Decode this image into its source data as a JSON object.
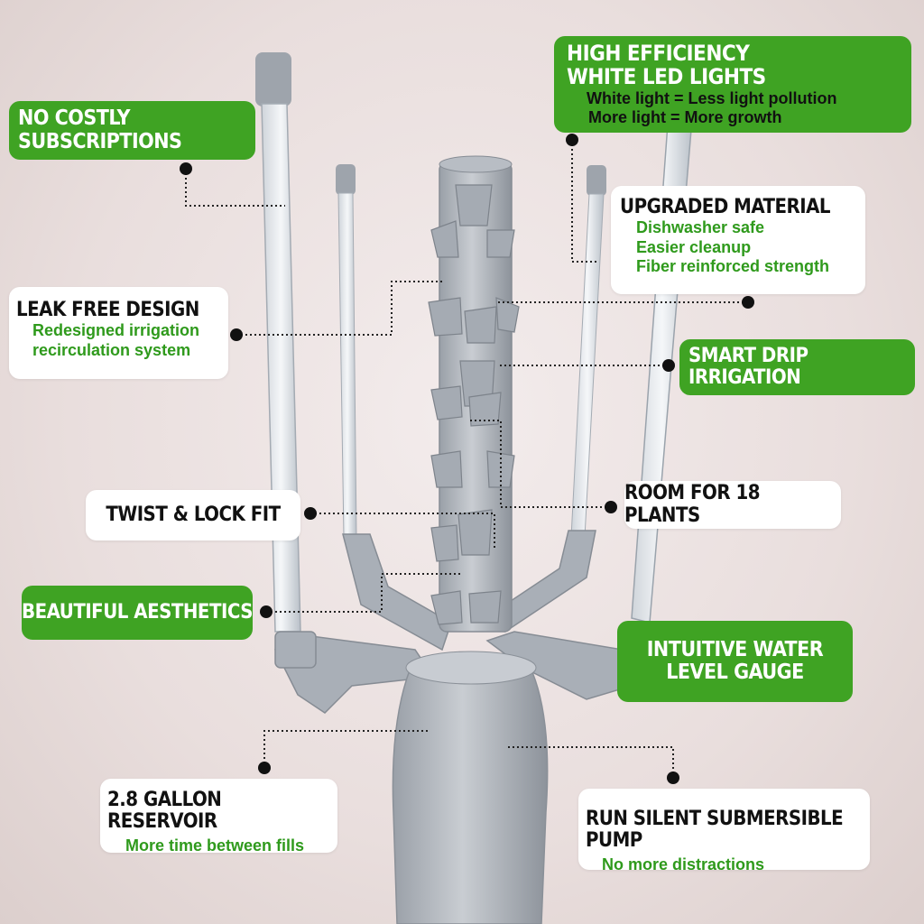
{
  "callouts": {
    "led": {
      "title1": "HIGH EFFICIENCY",
      "title2": "WHITE LED LIGHTS",
      "sub1": "White light = Less light pollution",
      "sub2": "More light = More growth"
    },
    "subscriptions": {
      "title": "NO COSTLY SUBSCRIPTIONS"
    },
    "material": {
      "title": "UPGRADED MATERIAL",
      "sub1": "Dishwasher safe",
      "sub2": "Easier cleanup",
      "sub3": "Fiber reinforced strength"
    },
    "leak": {
      "title": "LEAK FREE DESIGN",
      "sub1": "Redesigned irrigation",
      "sub2": "recirculation system"
    },
    "drip": {
      "title": "SMART DRIP IRRIGATION"
    },
    "twist": {
      "title": "TWIST & LOCK FIT"
    },
    "plants": {
      "title": "ROOM FOR 18 PLANTS"
    },
    "aesthetics": {
      "title": "BEAUTIFUL AESTHETICS"
    },
    "gauge": {
      "title1": "INTUITIVE WATER",
      "title2": "LEVEL GAUGE"
    },
    "reservoir": {
      "title": "2.8 GALLON RESERVOIR",
      "sub1": "More time between fills"
    },
    "pump": {
      "title": "RUN SILENT SUBMERSIBLE PUMP",
      "sub1": "No more distractions"
    }
  },
  "colors": {
    "brand_green": "#3fa323",
    "sub_green": "#2f9a1c",
    "card_white": "#ffffff",
    "tower_gray": "#b3b8bf"
  }
}
